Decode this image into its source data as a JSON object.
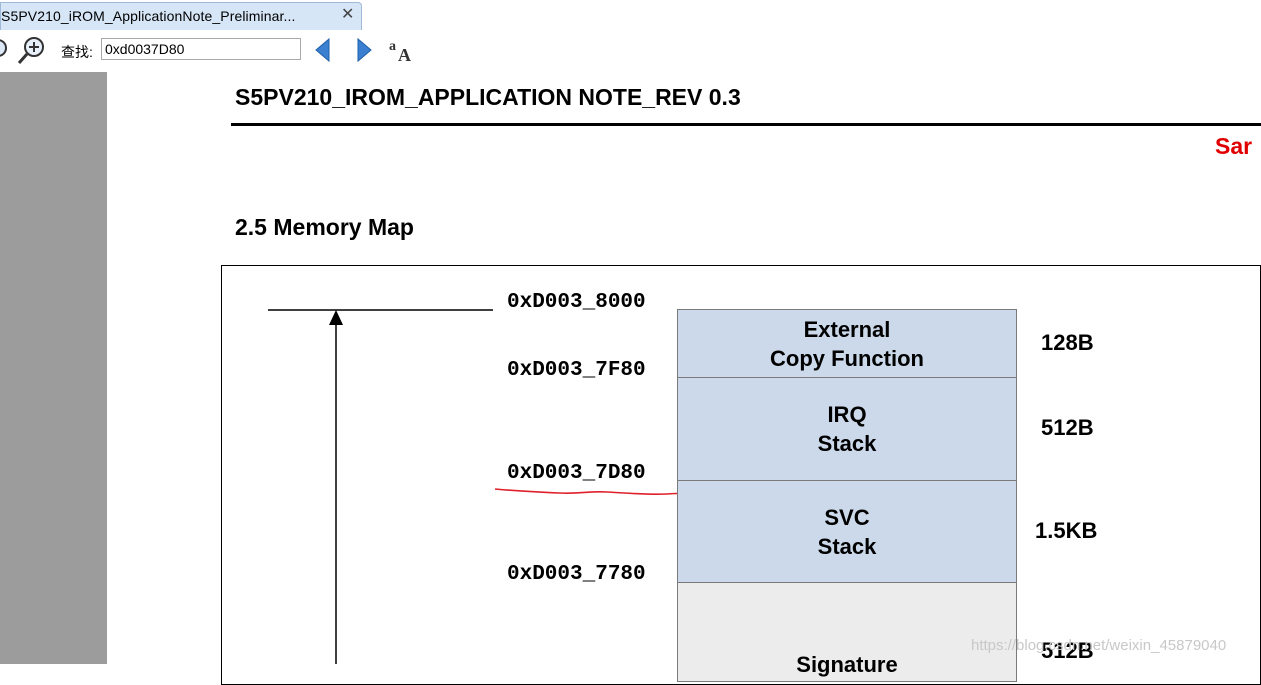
{
  "tab": {
    "title": "S5PV210_iROM_ApplicationNote_Preliminar...",
    "close": "✕"
  },
  "toolbar": {
    "find_label": "查找:",
    "find_value": "0xd0037D80",
    "icons": [
      "zoom-out-icon",
      "zoom-in-icon",
      "find-previous-icon",
      "find-next-icon",
      "match-case-icon"
    ]
  },
  "document": {
    "header": "S5PV210_IROM_APPLICATION NOTE_REV 0.3",
    "confidential_text": "Sar",
    "section_title": "2.5 Memory Map",
    "memory_map": {
      "addresses": [
        "0xD003_8000",
        "0xD003_7F80",
        "0xD003_7D80",
        "0xD003_7780"
      ],
      "blocks": [
        {
          "lines": [
            "External",
            "Copy Function"
          ],
          "size": "128B",
          "fill": "#cbd9ea"
        },
        {
          "lines": [
            "IRQ",
            "Stack"
          ],
          "size": "512B",
          "fill": "#cbd9ea"
        },
        {
          "lines": [
            "SVC",
            "Stack"
          ],
          "size": "1.5KB",
          "fill": "#cbd9ea"
        },
        {
          "lines": [
            "Signature"
          ],
          "size": "512B",
          "fill": "#ececec"
        }
      ]
    },
    "watermark": "https://blog.csdn.net/weixin_45879040"
  },
  "colors": {
    "tab_bg": "#d6e6f7",
    "gutter": "#9c9c9c",
    "confidential": "#e00000",
    "annotation": "#e0202a"
  }
}
